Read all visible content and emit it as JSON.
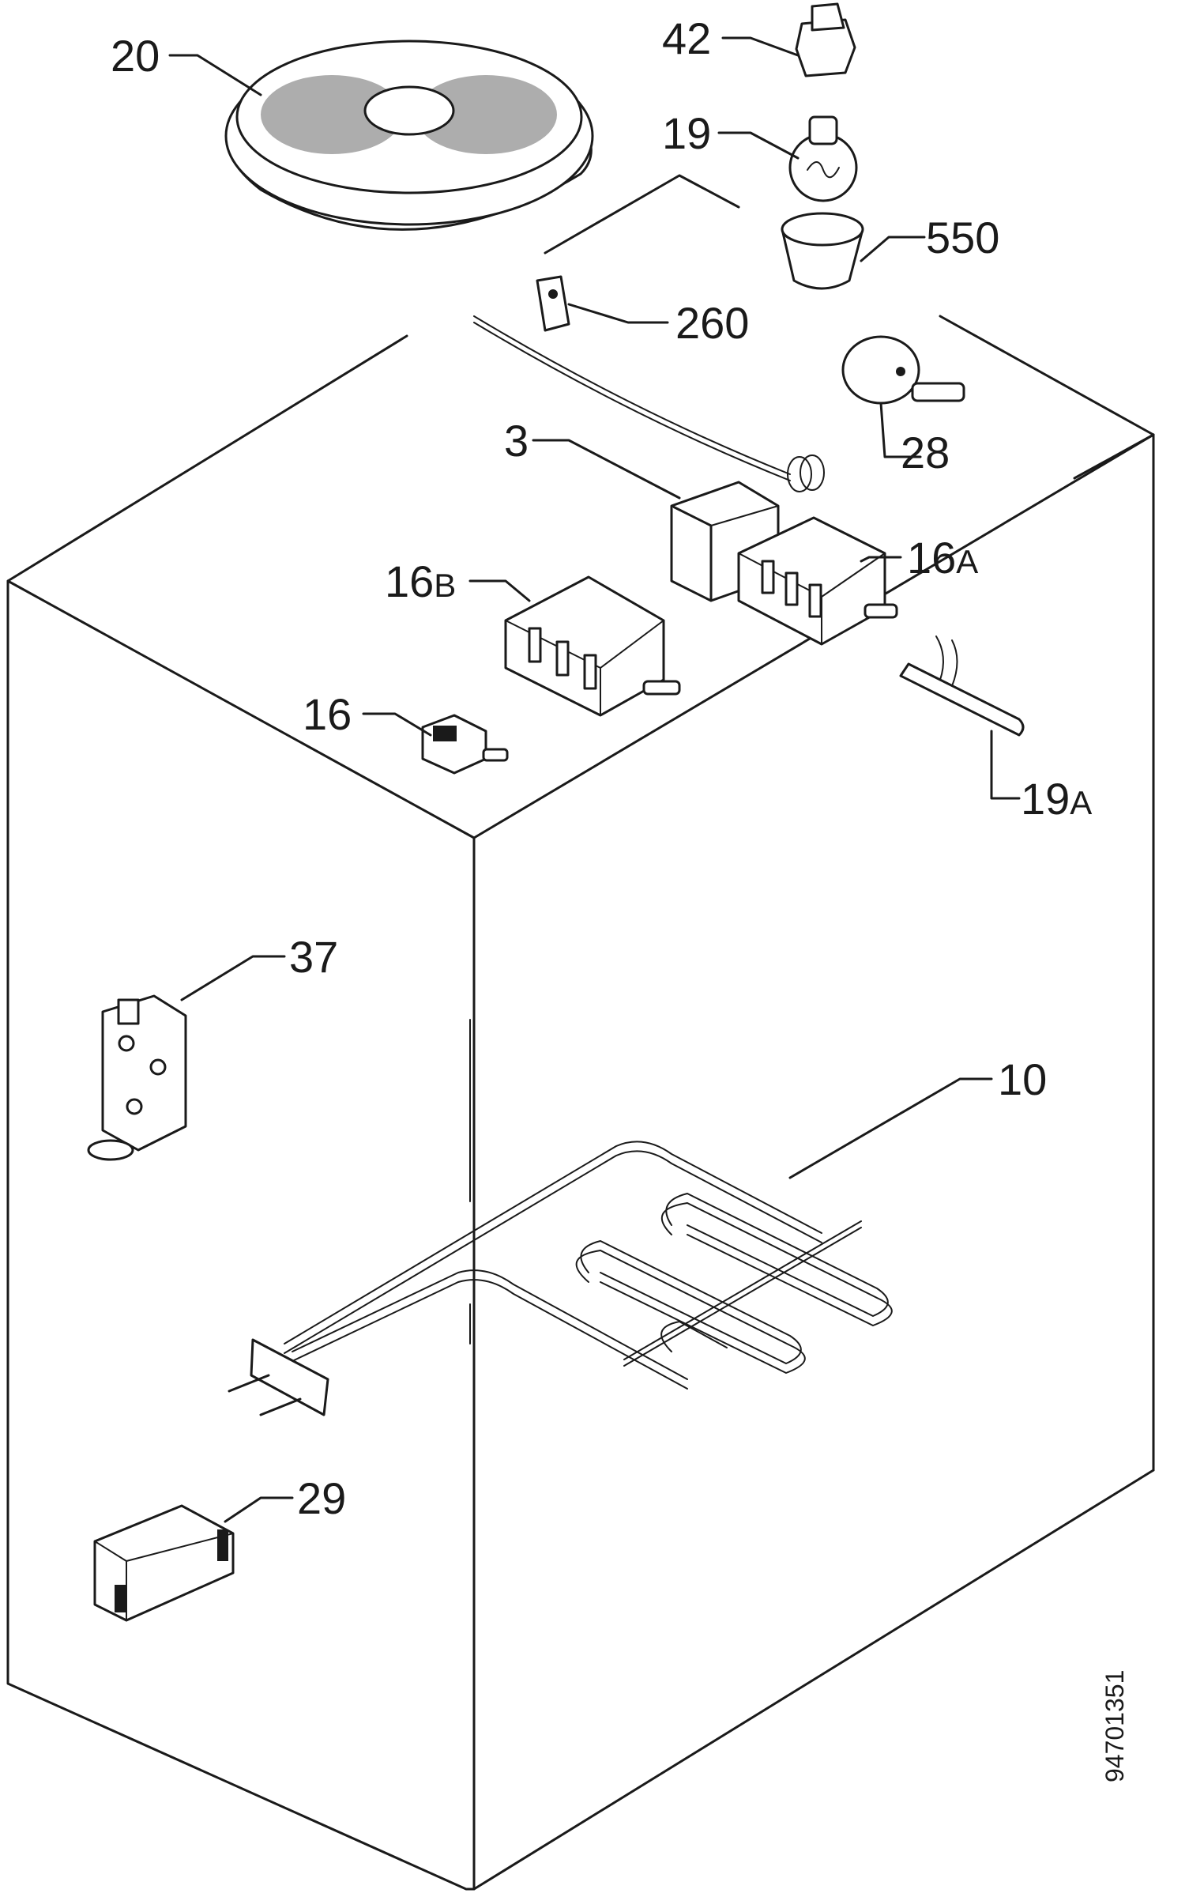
{
  "labels": {
    "p20": "20",
    "p42": "42",
    "p19": "19",
    "p550": "550",
    "p260": "260",
    "p28": "28",
    "p3": "3",
    "p16a_num": "16",
    "p16a_suf": "A",
    "p16b_num": "16",
    "p16b_suf": "B",
    "p16": "16",
    "p19a_num": "19",
    "p19a_suf": "A",
    "p37": "37",
    "p10": "10",
    "p29": "29"
  },
  "document_number": "94701351"
}
